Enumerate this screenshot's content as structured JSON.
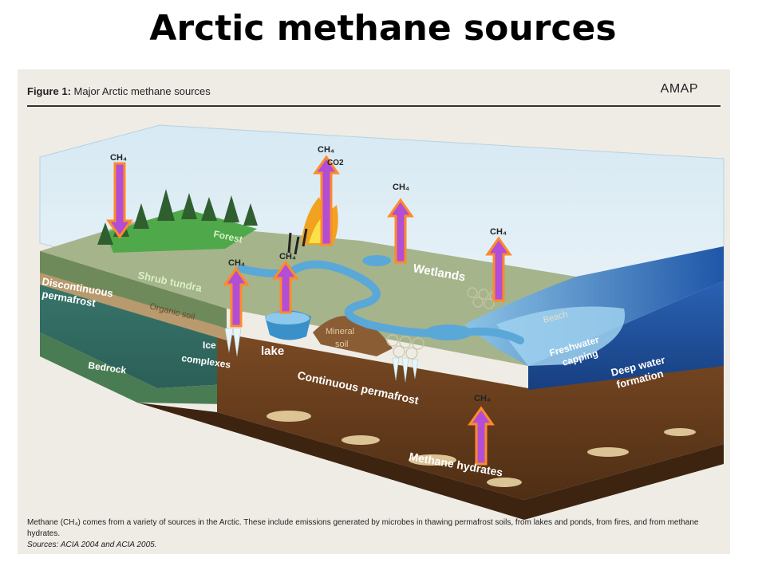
{
  "slide": {
    "title": "Arctic methane sources"
  },
  "figure": {
    "label": "Figure 1:",
    "caption": "Major Arctic methane sources",
    "credit": "AMAP",
    "footnote": "Methane (CH₄) comes from a variety of sources in the Arctic. These include emissions generated by microbes in thawing permafrost soils, from lakes and ponds, from fires, and from methane hydrates.",
    "sources": "Sources: ACIA 2004 and ACIA 2005."
  },
  "labels": {
    "forest": "Forest",
    "shrub_tundra": "Shrub tundra",
    "organic_soil": "Organic soil",
    "discontinuous_1": "Discontinuous",
    "discontinuous_2": "permafrost",
    "ice_1": "Ice",
    "ice_2": "complexes",
    "lake": "lake",
    "mineral_1": "Mineral",
    "mineral_2": "soil",
    "wetlands": "Wetlands",
    "beach": "Beach",
    "freshwater_1": "Freshwater",
    "freshwater_2": "capping",
    "deepwater_1": "Deep water",
    "deepwater_2": "formation",
    "bedrock": "Bedrock",
    "continuous_permafrost": "Continuous permafrost",
    "methane_hydrates": "Methane hydrates",
    "co2": "CO2",
    "ch4": "CH₄"
  },
  "colors": {
    "arrow_fill": "#b24dd6",
    "arrow_outline": "#ff8a2a",
    "sea": "#1f5fb0",
    "permafrost": "#6b3f1e",
    "bedrock": "#2f6e66",
    "tundra": "#9db18a",
    "water": "#5aa8d8"
  }
}
